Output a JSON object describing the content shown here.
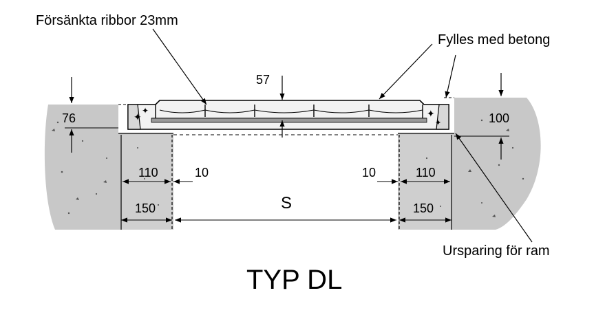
{
  "callouts": {
    "ribs": "Försänkta ribbor 23mm",
    "concrete_fill": "Fylles med betong",
    "frame_recess": "Ursparing för ram"
  },
  "dimensions": {
    "grate_height": "57",
    "left_depth": "76",
    "right_depth": "100",
    "left_inner_width": "110",
    "right_inner_width": "110",
    "left_gap": "10",
    "right_gap": "10",
    "left_outer_width": "150",
    "right_outer_width": "150",
    "span": "S"
  },
  "caption": "TYP DL",
  "colors": {
    "concrete": "#c8c8c8",
    "line": "#000000",
    "background": "#ffffff"
  }
}
